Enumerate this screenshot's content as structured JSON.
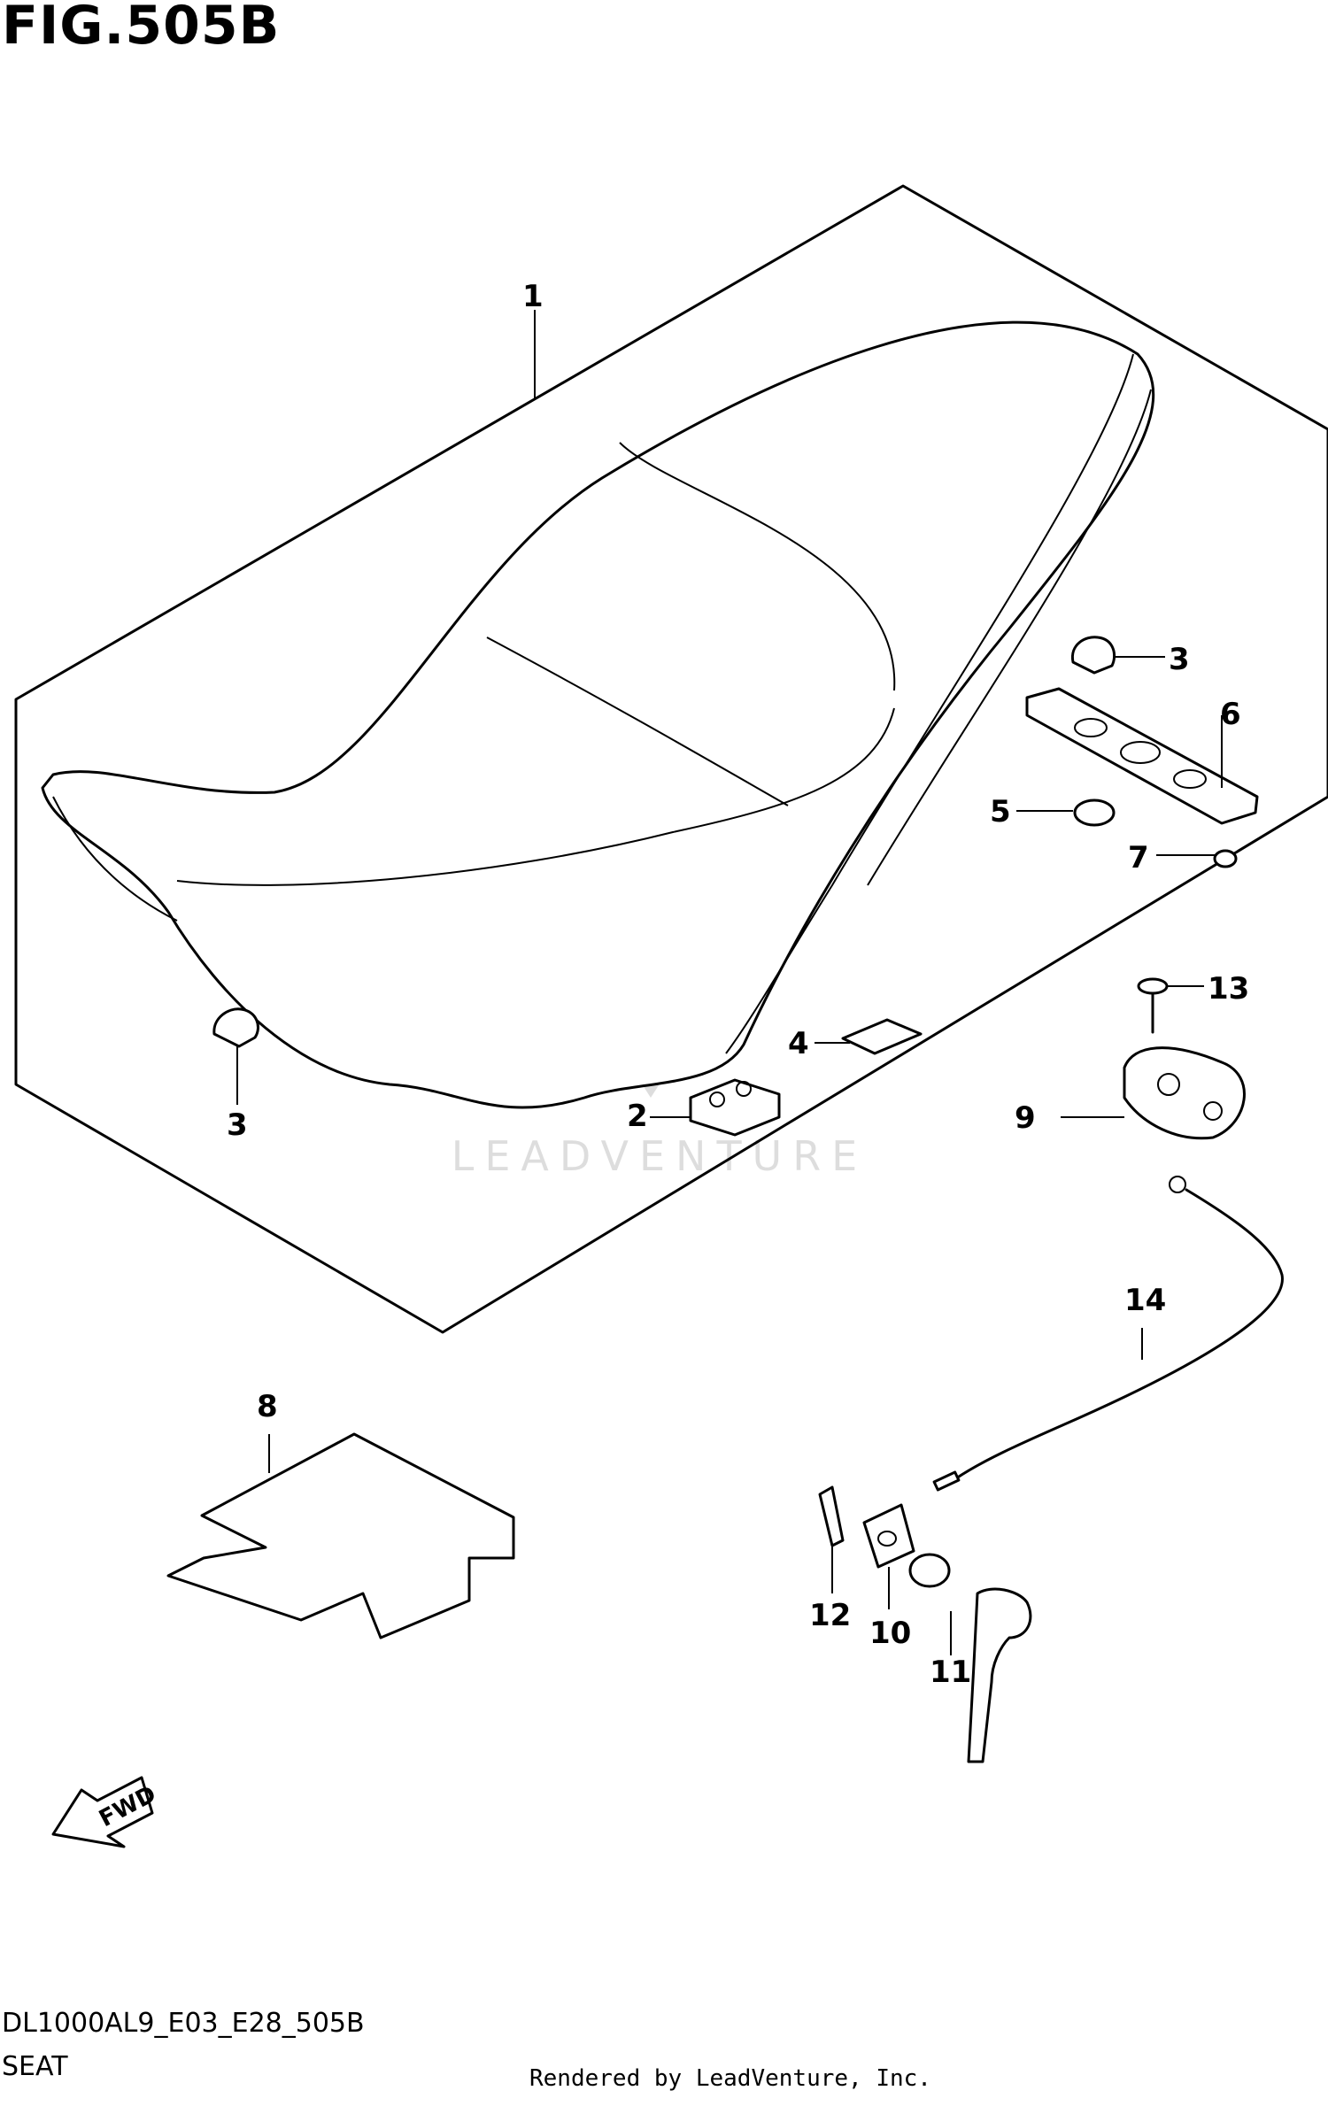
{
  "title": "FIG.505B",
  "callouts": [
    {
      "id": "c1",
      "label": "1"
    },
    {
      "id": "c2",
      "label": "2"
    },
    {
      "id": "c3a",
      "label": "3"
    },
    {
      "id": "c3b",
      "label": "3"
    },
    {
      "id": "c4",
      "label": "4"
    },
    {
      "id": "c5",
      "label": "5"
    },
    {
      "id": "c6",
      "label": "6"
    },
    {
      "id": "c7",
      "label": "7"
    },
    {
      "id": "c8",
      "label": "8"
    },
    {
      "id": "c9",
      "label": "9"
    },
    {
      "id": "c10",
      "label": "10"
    },
    {
      "id": "c11",
      "label": "11"
    },
    {
      "id": "c12",
      "label": "12"
    },
    {
      "id": "c13",
      "label": "13"
    },
    {
      "id": "c14",
      "label": "14"
    }
  ],
  "fwd_label": "FWD",
  "watermark": "LEADVENTURE",
  "footer": {
    "model_code": "DL1000AL9_E03_E28_505B",
    "section": "SEAT",
    "rendered_by": "Rendered by LeadVenture, Inc."
  }
}
